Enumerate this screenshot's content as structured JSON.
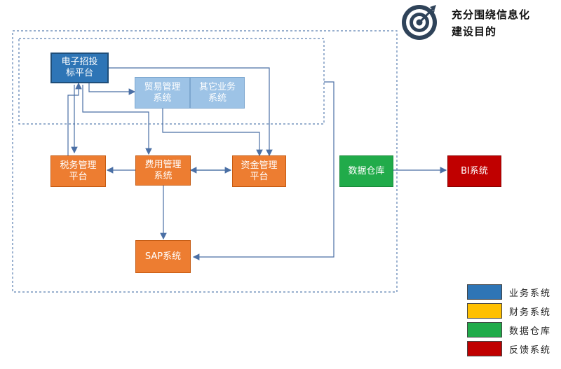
{
  "title": "充分围绕信息化\n建设目的",
  "nodes": {
    "e_bidding": "电子招投\n标平台",
    "trade_mgmt": "贸易管理\n系统",
    "other_biz": "其它业务\n系统",
    "tax_mgmt": "税务管理\n平台",
    "expense_mgmt": "费用管理\n系统",
    "fund_mgmt": "资金管理\n平台",
    "sap": "SAP系统",
    "data_warehouse": "数据仓库",
    "bi": "BI系统"
  },
  "legend": [
    {
      "label": "业务系统",
      "color": "#2e75b6"
    },
    {
      "label": "财务系统",
      "color": "#ffc000"
    },
    {
      "label": "数据仓库",
      "color": "#21ab4a"
    },
    {
      "label": "反馈系统",
      "color": "#c00000"
    }
  ],
  "colors": {
    "business": "#2e75b6",
    "business_light": "#9dc3e6",
    "finance": "#ed7d31",
    "warehouse": "#21ab4a",
    "feedback": "#c00000",
    "connector": "#5b7fb0"
  }
}
